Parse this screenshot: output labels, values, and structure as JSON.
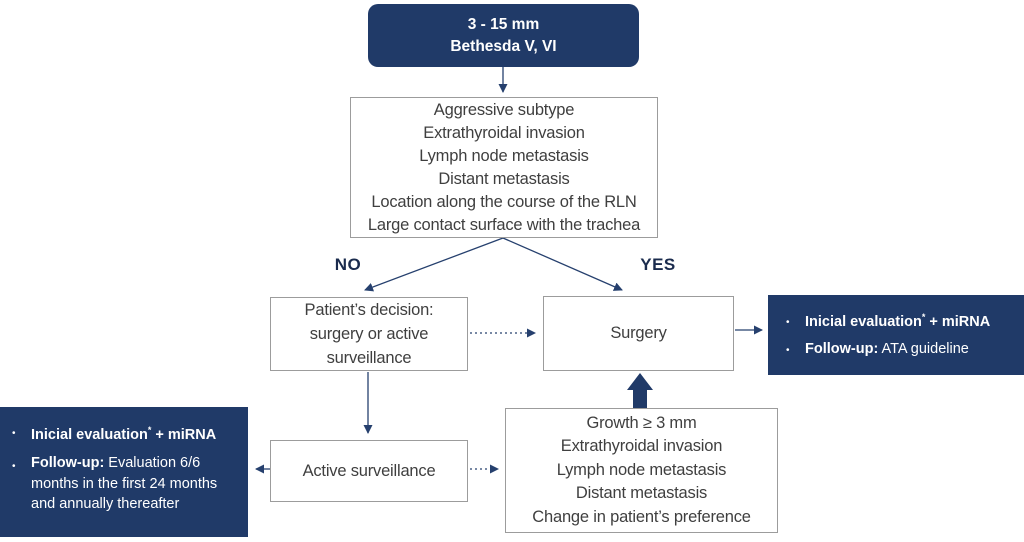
{
  "colors": {
    "navy": "#203a68",
    "line": "#26406e"
  },
  "glyphs": {
    "bullet": "•"
  },
  "top_box": {
    "line1": "3 - 15 mm",
    "line2": "Bethesda V, VI"
  },
  "criteria_box": {
    "lines": [
      "Aggressive subtype",
      "Extrathyroidal invasion",
      "Lymph node metastasis",
      "Distant metastasis",
      "Location along the course of the RLN",
      "Large contact surface with the trachea"
    ]
  },
  "branch_labels": {
    "no": "NO",
    "yes": "YES"
  },
  "patients_box": {
    "lines": [
      "Patient’s decision:",
      "surgery or active",
      "surveillance"
    ]
  },
  "surgery_box": {
    "label": "Surgery"
  },
  "active_box": {
    "label": "Active surveillance"
  },
  "growth_box": {
    "lines": [
      "Growth ≥ 3 mm",
      "Extrathyroidal invasion",
      "Lymph node metastasis",
      "Distant metastasis",
      "Change in patient’s preference"
    ]
  },
  "right_panel": {
    "bullet1_text": "Inicial evaluation",
    "bullet1_sup": "*",
    "bullet1_suffix": " + miRNA",
    "bullet2_bold": "Follow-up:",
    "bullet2_rest": " ATA guideline"
  },
  "left_panel": {
    "bullet1_text": "Inicial evaluation",
    "bullet1_sup": "*",
    "bullet1_suffix": " + miRNA",
    "bullet2_bold": "Follow-up:",
    "bullet2_rest": " Evaluation 6/6 months in the first 24 months and annually thereafter"
  }
}
